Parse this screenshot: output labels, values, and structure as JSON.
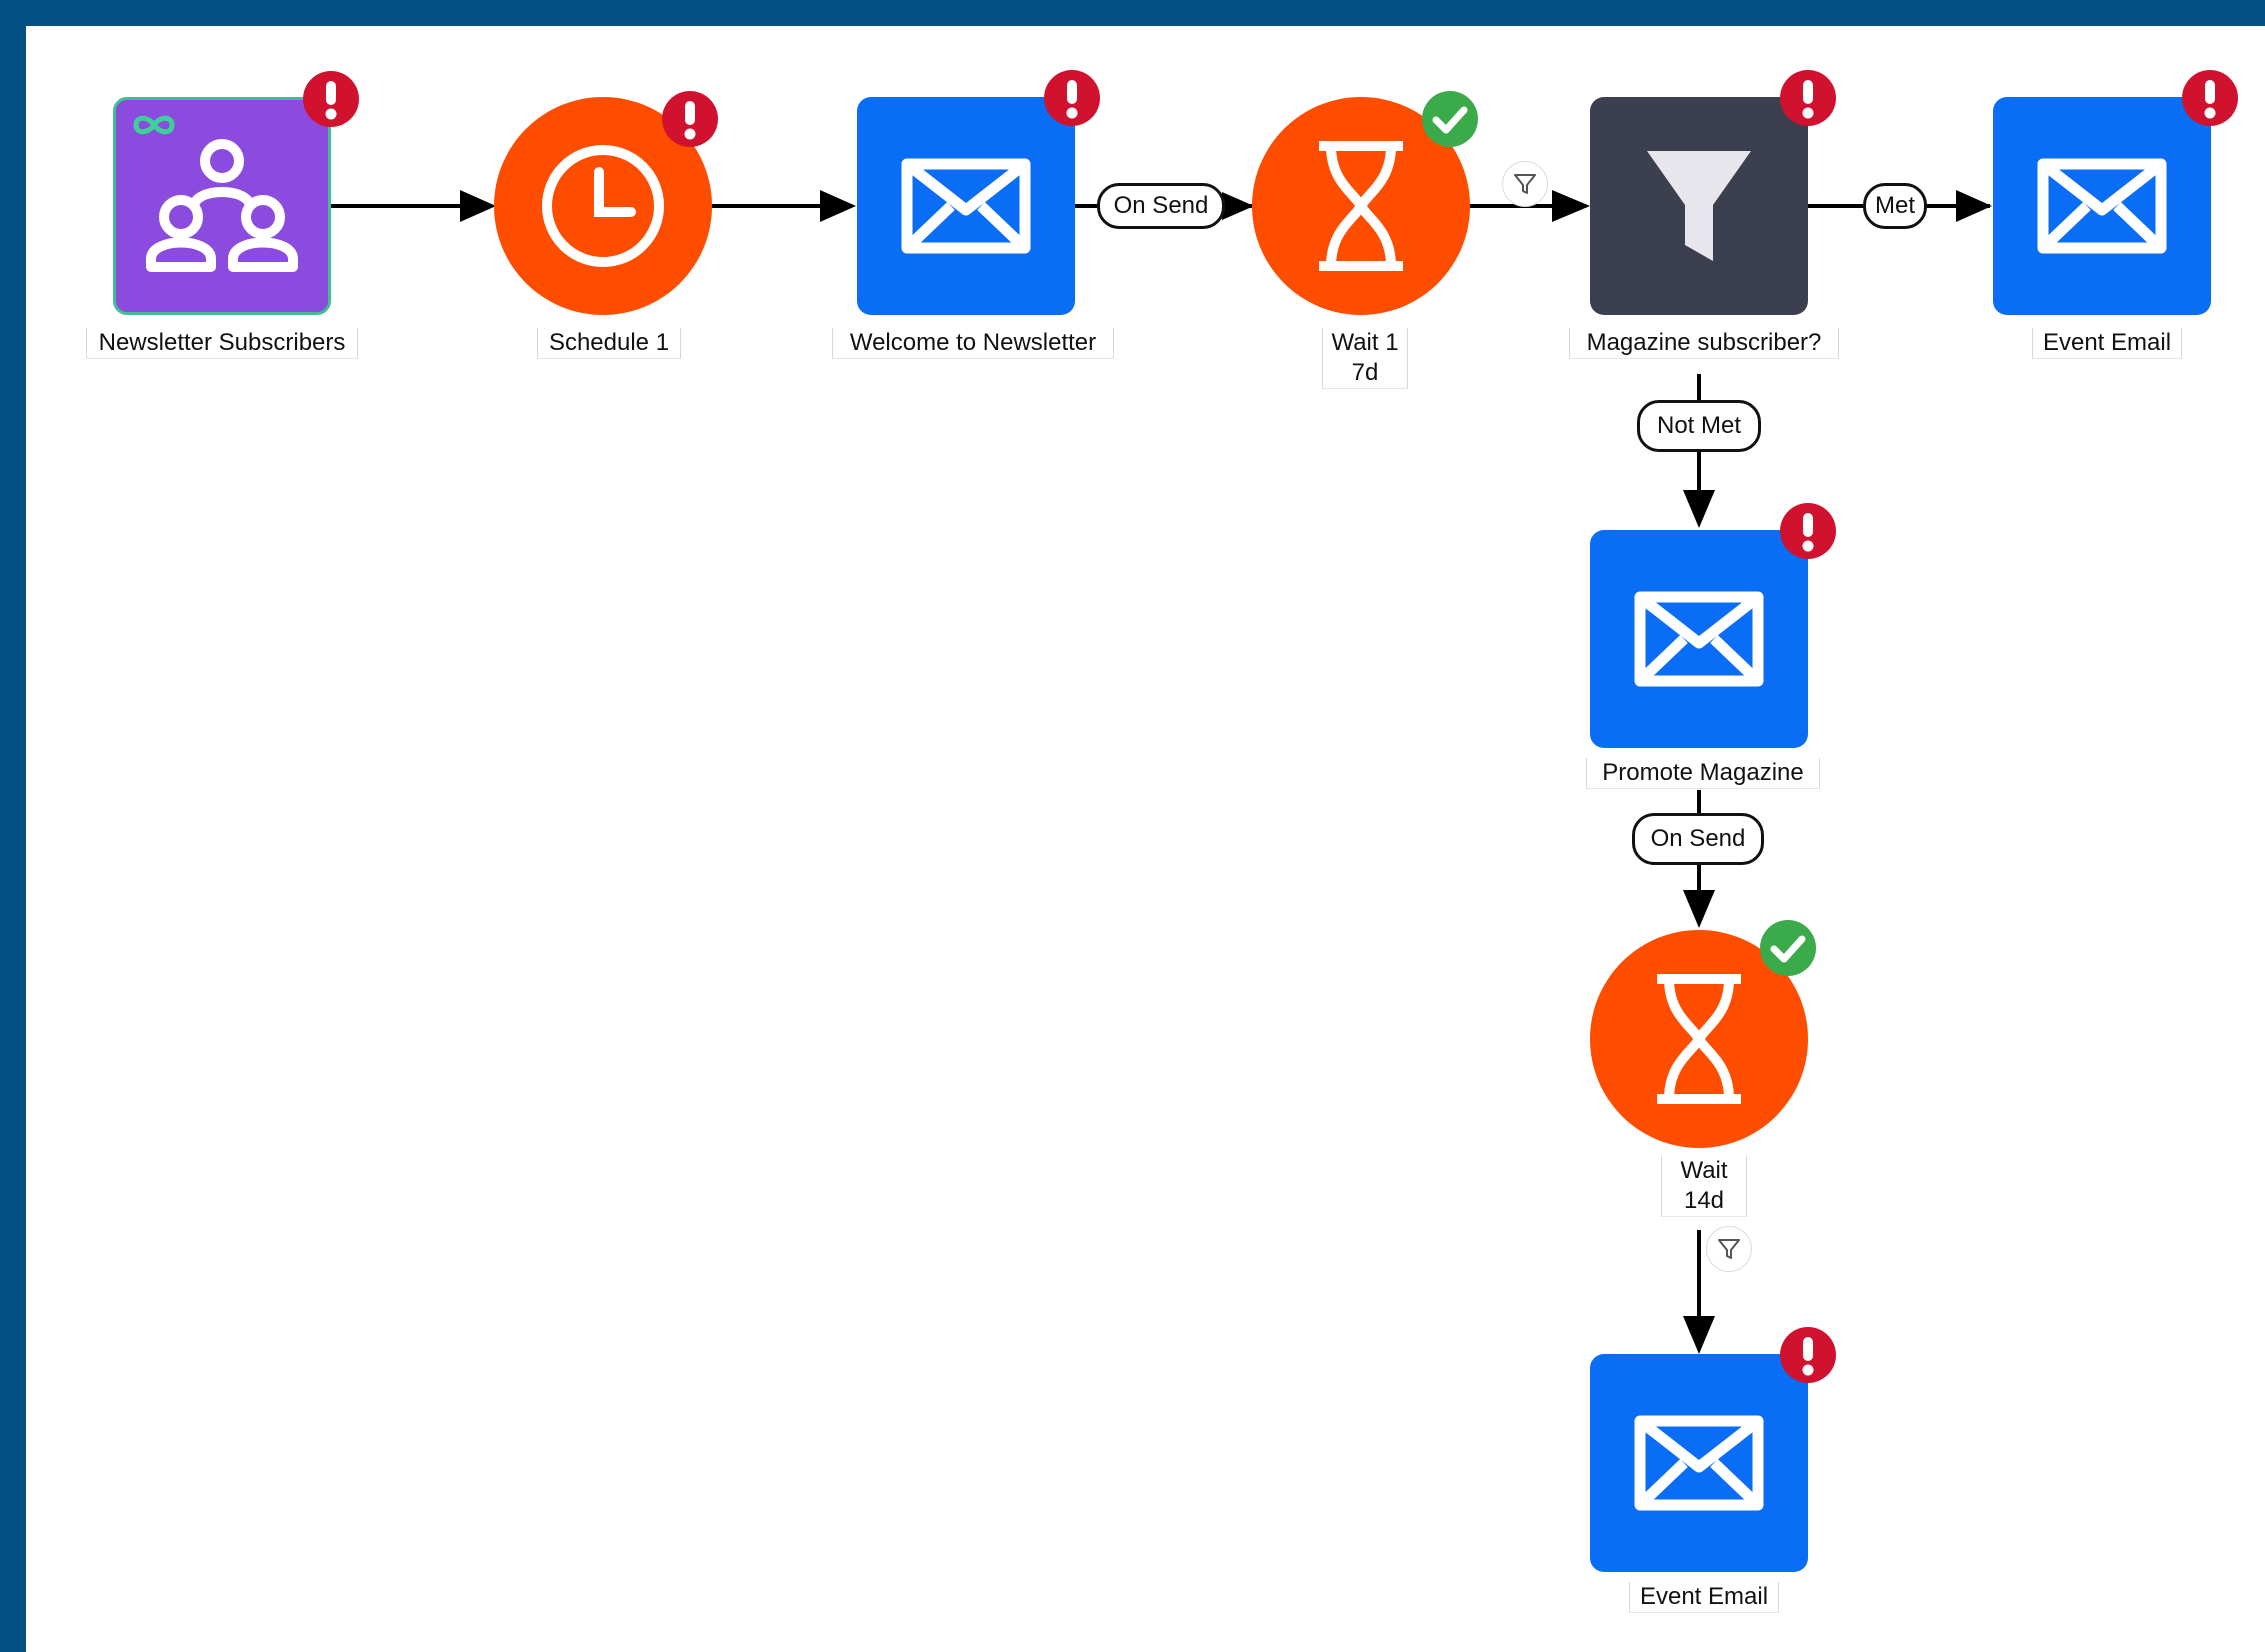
{
  "nodes": {
    "newsletter_subscribers": {
      "label": "Newsletter Subscribers",
      "status": "error"
    },
    "schedule_1": {
      "label": "Schedule 1",
      "status": "error"
    },
    "welcome_to_newsletter": {
      "label": "Welcome to Newsletter",
      "status": "error"
    },
    "wait_1": {
      "label": "Wait 1",
      "duration": "7d",
      "status": "ok"
    },
    "magazine_subscriber": {
      "label": "Magazine subscriber?",
      "status": "error"
    },
    "event_email_top": {
      "label": "Event Email",
      "status": "error"
    },
    "promote_magazine": {
      "label": "Promote Magazine",
      "status": "error"
    },
    "wait_2": {
      "label": "Wait",
      "duration": "14d",
      "status": "ok"
    },
    "event_email_bottom": {
      "label": "Event Email",
      "status": "error"
    }
  },
  "connectors": {
    "on_send_1": "On Send",
    "met": "Met",
    "not_met": "Not Met",
    "on_send_2": "On Send"
  },
  "icons": {
    "audience": "people-group-icon",
    "schedule": "clock-icon",
    "email": "envelope-icon",
    "wait": "hourglass-icon",
    "decision": "funnel-icon",
    "error_badge": "exclamation-icon",
    "ok_badge": "checkmark-icon",
    "loop": "infinity-icon"
  },
  "colors": {
    "frame": "#035084",
    "email": "#0a6df5",
    "wait_schedule": "#ff4d00",
    "audience": "#8b4bde",
    "decision": "#3c3f4f",
    "error": "#d1122e",
    "ok": "#3aaa4b"
  }
}
